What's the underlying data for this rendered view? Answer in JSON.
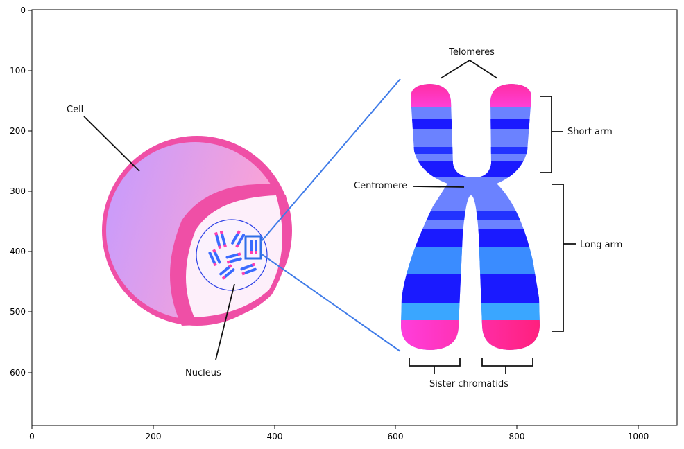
{
  "labels": {
    "cell": "Cell",
    "nucleus": "Nucleus",
    "telomeres": "Telomeres",
    "centromere": "Centromere",
    "short_arm": "Short arm",
    "long_arm": "Long arm",
    "sister_chromatids": "Sister chromatids"
  },
  "axes": {
    "x_ticks": [
      "0",
      "200",
      "400",
      "600",
      "800",
      "1000"
    ],
    "y_ticks": [
      "0",
      "100",
      "200",
      "300",
      "400",
      "500",
      "600"
    ]
  },
  "colors": {
    "cell_membrane": "#ef4fa6",
    "cell_fill_start": "#c49bff",
    "cell_fill_end": "#ff9fd0",
    "nucleus_fill": "#fdeffa",
    "chromosome_light": "#6b82ff",
    "chromosome_band": "#1a1aff",
    "chromosome_cyan": "#3aa6ff",
    "telomere_pink": "#ff33cc",
    "zoom_line": "#3f7be8"
  }
}
